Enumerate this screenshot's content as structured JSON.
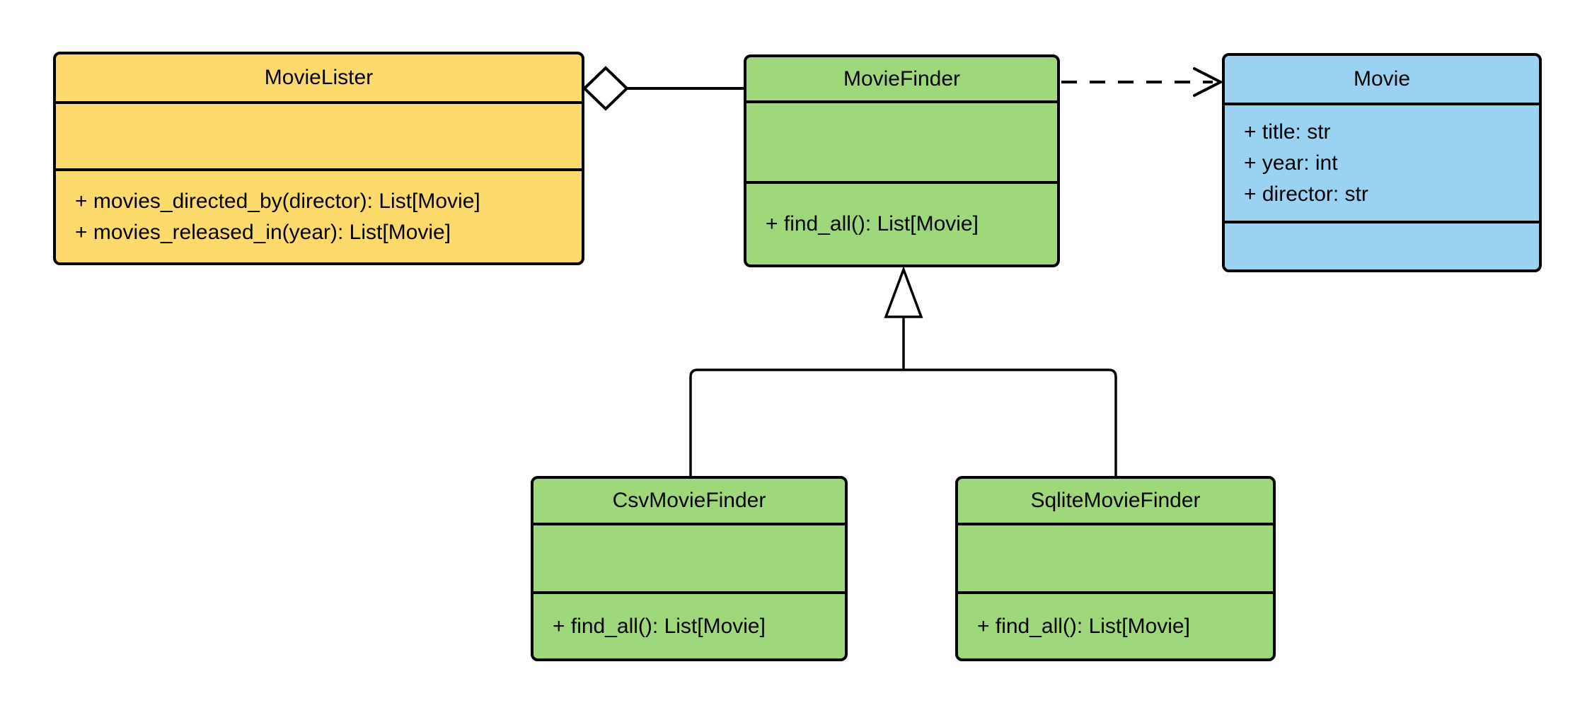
{
  "diagram": {
    "type": "uml-class-diagram",
    "background": "#FFFFFF",
    "stroke_color": "#000000",
    "classes": {
      "movie_lister": {
        "name": "MovieLister",
        "fill": "#FCDB6C",
        "attributes": [],
        "methods": [
          "+ movies_directed_by(director): List[Movie]",
          "+ movies_released_in(year): List[Movie]"
        ]
      },
      "movie_finder": {
        "name": "MovieFinder",
        "fill": "#9FD87B",
        "attributes": [],
        "methods": [
          "+ find_all(): List[Movie]"
        ]
      },
      "movie": {
        "name": "Movie",
        "fill": "#9AD2F2",
        "attributes": [
          "+ title: str",
          "+ year: int",
          "+ director: str"
        ],
        "methods": []
      },
      "csv_movie_finder": {
        "name": "CsvMovieFinder",
        "fill": "#9FD87B",
        "attributes": [],
        "methods": [
          "+ find_all(): List[Movie]"
        ]
      },
      "sqlite_movie_finder": {
        "name": "SqliteMovieFinder",
        "fill": "#9FD87B",
        "attributes": [],
        "methods": [
          "+ find_all(): List[Movie]"
        ]
      }
    },
    "relationships": [
      {
        "type": "aggregation",
        "from": "MovieLister",
        "to": "MovieFinder",
        "marker": "hollow-diamond"
      },
      {
        "type": "dependency",
        "from": "MovieFinder",
        "to": "Movie",
        "marker": "open-arrow-dashed"
      },
      {
        "type": "inheritance",
        "from": "CsvMovieFinder",
        "to": "MovieFinder",
        "marker": "hollow-triangle"
      },
      {
        "type": "inheritance",
        "from": "SqliteMovieFinder",
        "to": "MovieFinder",
        "marker": "hollow-triangle"
      }
    ]
  }
}
